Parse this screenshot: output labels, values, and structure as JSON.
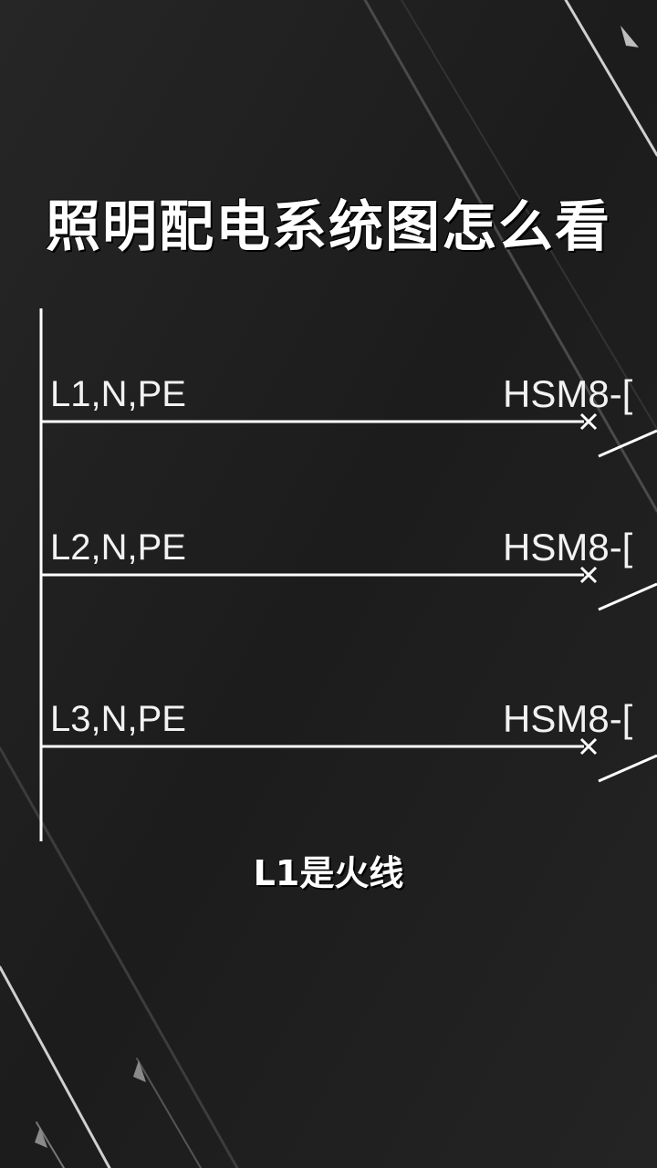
{
  "title": "照明配电系统图怎么看",
  "caption": "L1是火线",
  "feeders": [
    {
      "circuit": "L1,N,PE",
      "breaker": "HSM8-["
    },
    {
      "circuit": "L2,N,PE",
      "breaker": "HSM8-["
    },
    {
      "circuit": "L3,N,PE",
      "breaker": "HSM8-["
    }
  ],
  "colors": {
    "background": "#1e1e1e",
    "line": "#ffffff",
    "text": "#ffffff"
  }
}
